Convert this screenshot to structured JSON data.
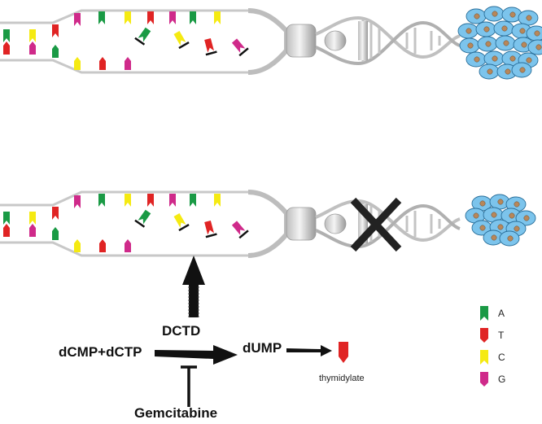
{
  "colors": {
    "A": "#1a9a45",
    "T": "#e02424",
    "C": "#f5ea12",
    "G": "#cf2a8a",
    "cell_fill": "#7cc4ec",
    "nucleus": "#b8875a",
    "rail": "#c8c8c8",
    "cross": "#222222"
  },
  "labels": {
    "enzyme": "DCTD",
    "substrate": "dCMP+dCTP",
    "product": "dUMP",
    "drug": "Gemcitabine",
    "end_product": "thymidylate"
  },
  "legend": [
    {
      "key": "A",
      "label": "A"
    },
    {
      "key": "T",
      "label": "T"
    },
    {
      "key": "C",
      "label": "C"
    },
    {
      "key": "G",
      "label": "G"
    }
  ],
  "panels": [
    {
      "id": "top",
      "blocked": false
    },
    {
      "id": "bottom",
      "blocked": true
    }
  ]
}
